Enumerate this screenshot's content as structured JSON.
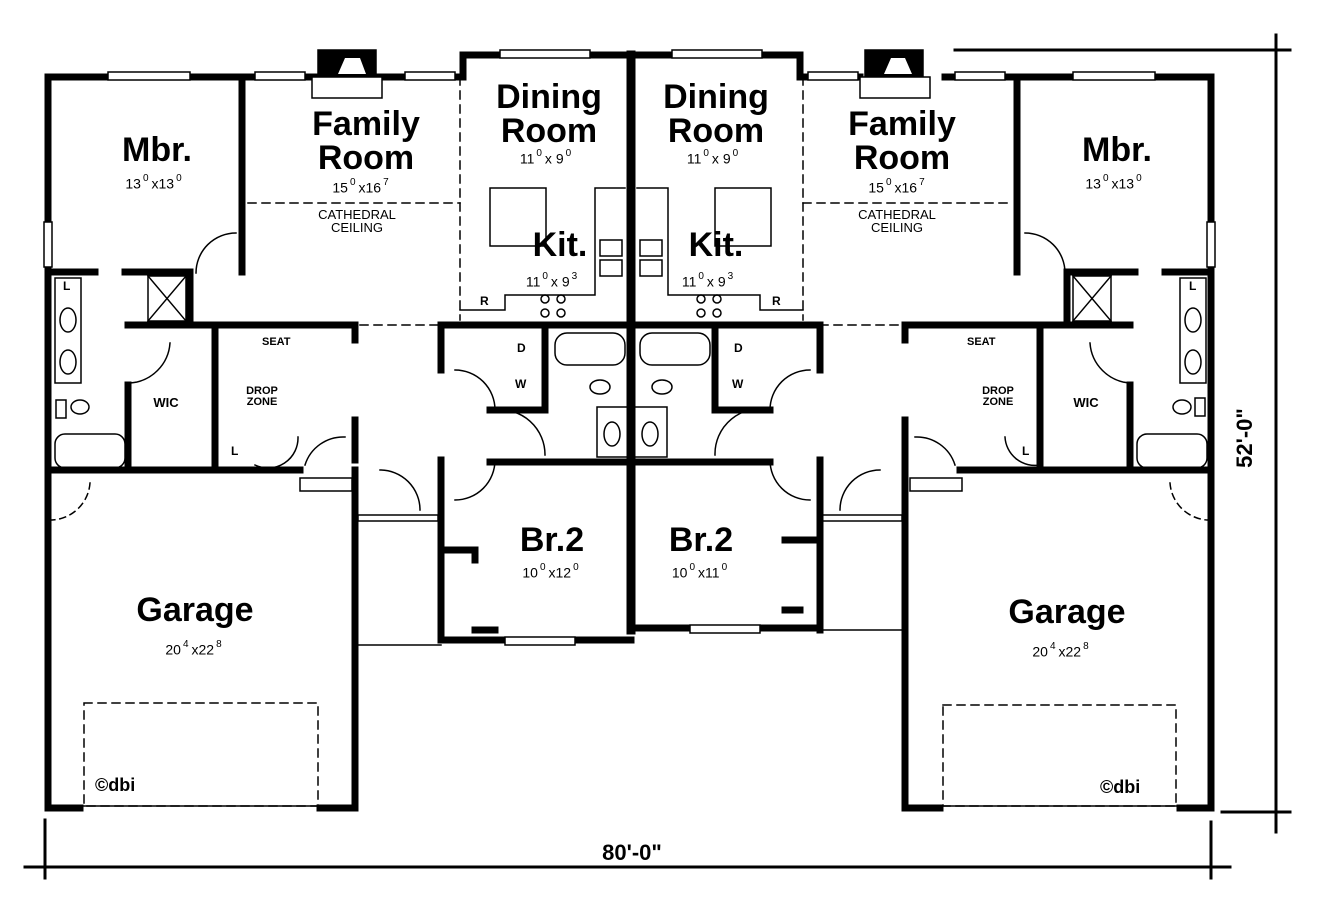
{
  "plan": {
    "overall_width": "80'-0\"",
    "overall_depth": "52'-0\"",
    "copyright": "©dbi"
  },
  "units": [
    {
      "side": "left",
      "rooms": {
        "master_bedroom": {
          "name": "Mbr.",
          "dim_w": "13",
          "dim_w_in": "0",
          "dim_d": "13",
          "dim_d_in": "0"
        },
        "family_room": {
          "name_line1": "Family",
          "name_line2": "Room",
          "dim_w": "15",
          "dim_w_in": "0",
          "dim_d": "16",
          "dim_d_in": "7",
          "note_line1": "CATHEDRAL",
          "note_line2": "CEILING"
        },
        "dining_room": {
          "name_line1": "Dining",
          "name_line2": "Room",
          "dim_w": "11",
          "dim_w_in": "0",
          "dim_d": "9",
          "dim_d_in": "0"
        },
        "kitchen": {
          "name": "Kit.",
          "dim_w": "11",
          "dim_w_in": "0",
          "dim_d": "9",
          "dim_d_in": "3",
          "refrigerator": "R"
        },
        "bedroom_2": {
          "name": "Br.2",
          "dim_w": "10",
          "dim_w_in": "0",
          "dim_d": "12",
          "dim_d_in": "0"
        },
        "garage": {
          "name": "Garage",
          "dim_w": "20",
          "dim_w_in": "4",
          "dim_d": "22",
          "dim_d_in": "8"
        },
        "walk_in_closet": {
          "name": "WIC"
        },
        "drop_zone": {
          "name_line1": "DROP",
          "name_line2": "ZONE",
          "seat": "SEAT",
          "linen": "L"
        },
        "master_bath": {
          "linen": "L"
        },
        "laundry": {
          "dryer": "D",
          "washer": "W"
        }
      }
    },
    {
      "side": "right",
      "rooms": {
        "master_bedroom": {
          "name": "Mbr.",
          "dim_w": "13",
          "dim_w_in": "0",
          "dim_d": "13",
          "dim_d_in": "0"
        },
        "family_room": {
          "name_line1": "Family",
          "name_line2": "Room",
          "dim_w": "15",
          "dim_w_in": "0",
          "dim_d": "16",
          "dim_d_in": "7",
          "note_line1": "CATHEDRAL",
          "note_line2": "CEILING"
        },
        "dining_room": {
          "name_line1": "Dining",
          "name_line2": "Room",
          "dim_w": "11",
          "dim_w_in": "0",
          "dim_d": "9",
          "dim_d_in": "0"
        },
        "kitchen": {
          "name": "Kit.",
          "dim_w": "11",
          "dim_w_in": "0",
          "dim_d": "9",
          "dim_d_in": "3",
          "refrigerator": "R"
        },
        "bedroom_2": {
          "name": "Br.2",
          "dim_w": "10",
          "dim_w_in": "0",
          "dim_d": "11",
          "dim_d_in": "0"
        },
        "garage": {
          "name": "Garage",
          "dim_w": "20",
          "dim_w_in": "4",
          "dim_d": "22",
          "dim_d_in": "8"
        },
        "walk_in_closet": {
          "name": "WIC"
        },
        "drop_zone": {
          "name_line1": "DROP",
          "name_line2": "ZONE",
          "seat": "SEAT",
          "linen": "L"
        },
        "master_bath": {
          "linen": "L"
        },
        "laundry": {
          "dryer": "D",
          "washer": "W"
        }
      }
    }
  ]
}
